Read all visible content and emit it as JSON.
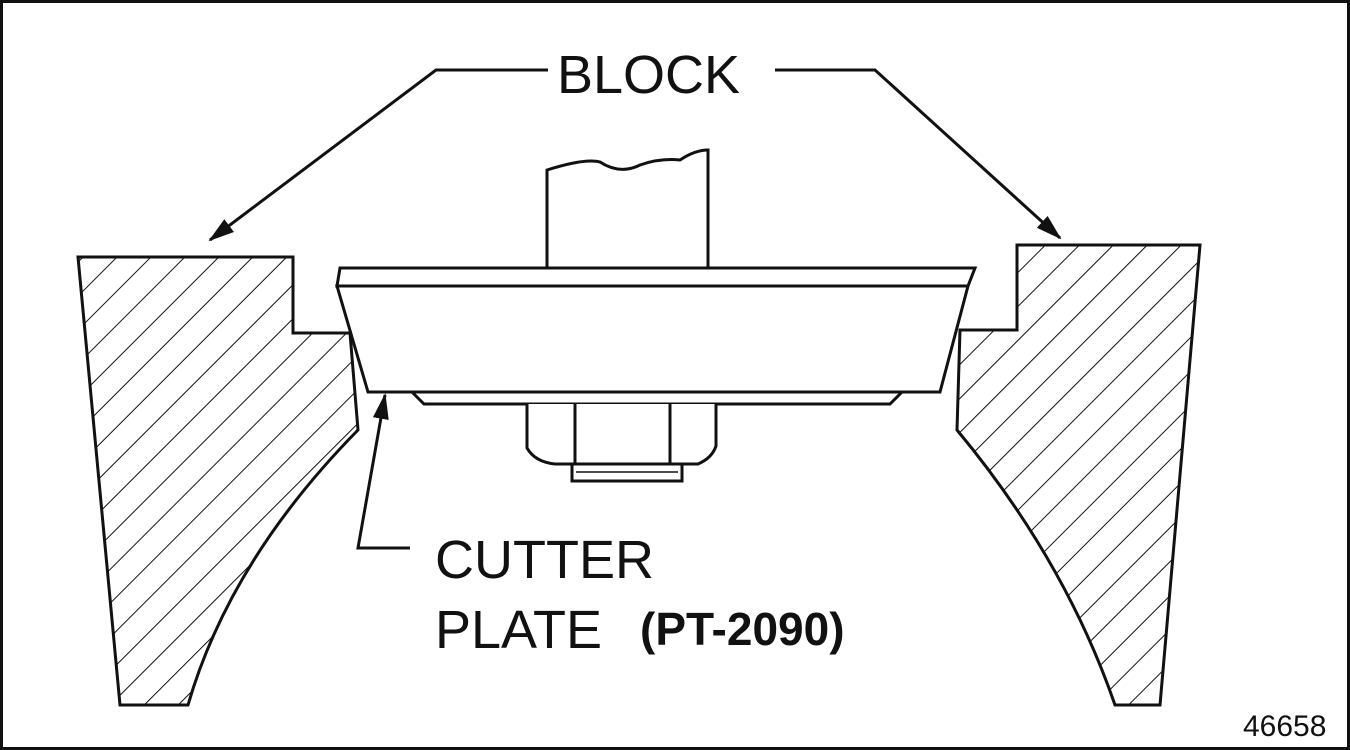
{
  "labels": {
    "block": "BLOCK",
    "cutter_line1": "CUTTER",
    "cutter_line2": "PLATE",
    "part_number": "(PT-2090)",
    "figure_number": "46658"
  },
  "colors": {
    "ink": "#111111",
    "background": "#ffffff"
  }
}
